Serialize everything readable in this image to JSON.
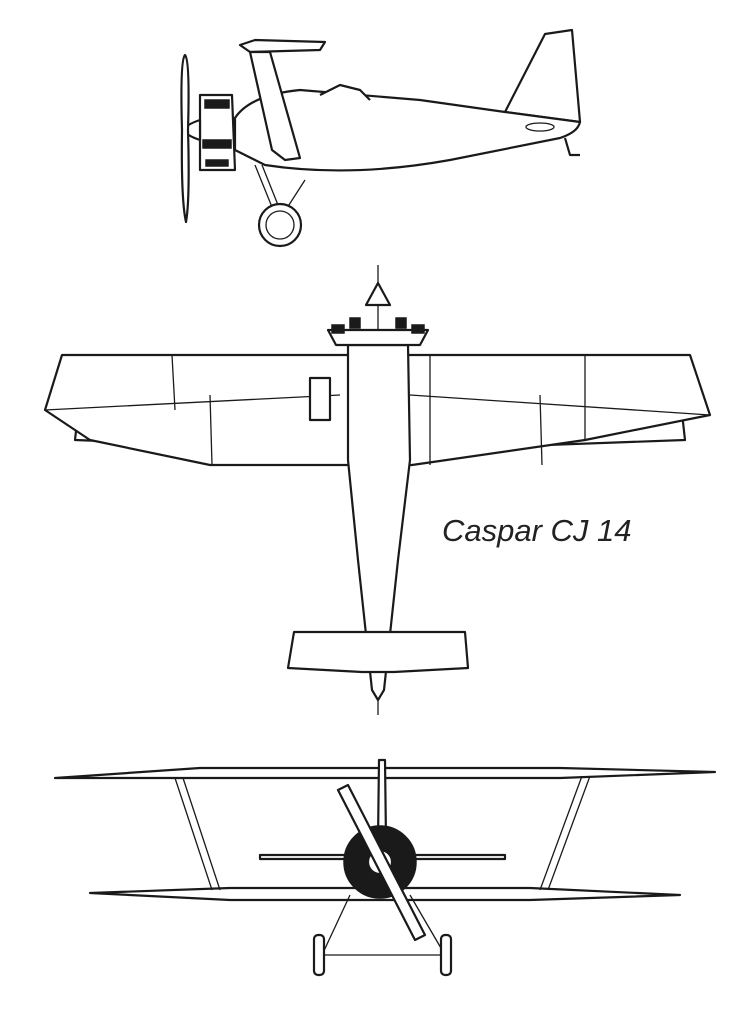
{
  "drawing": {
    "title": "Caspar CJ 14",
    "views": [
      "side-view",
      "top-view",
      "front-view"
    ],
    "line_color": "#1a1a1a",
    "background": "#ffffff"
  }
}
